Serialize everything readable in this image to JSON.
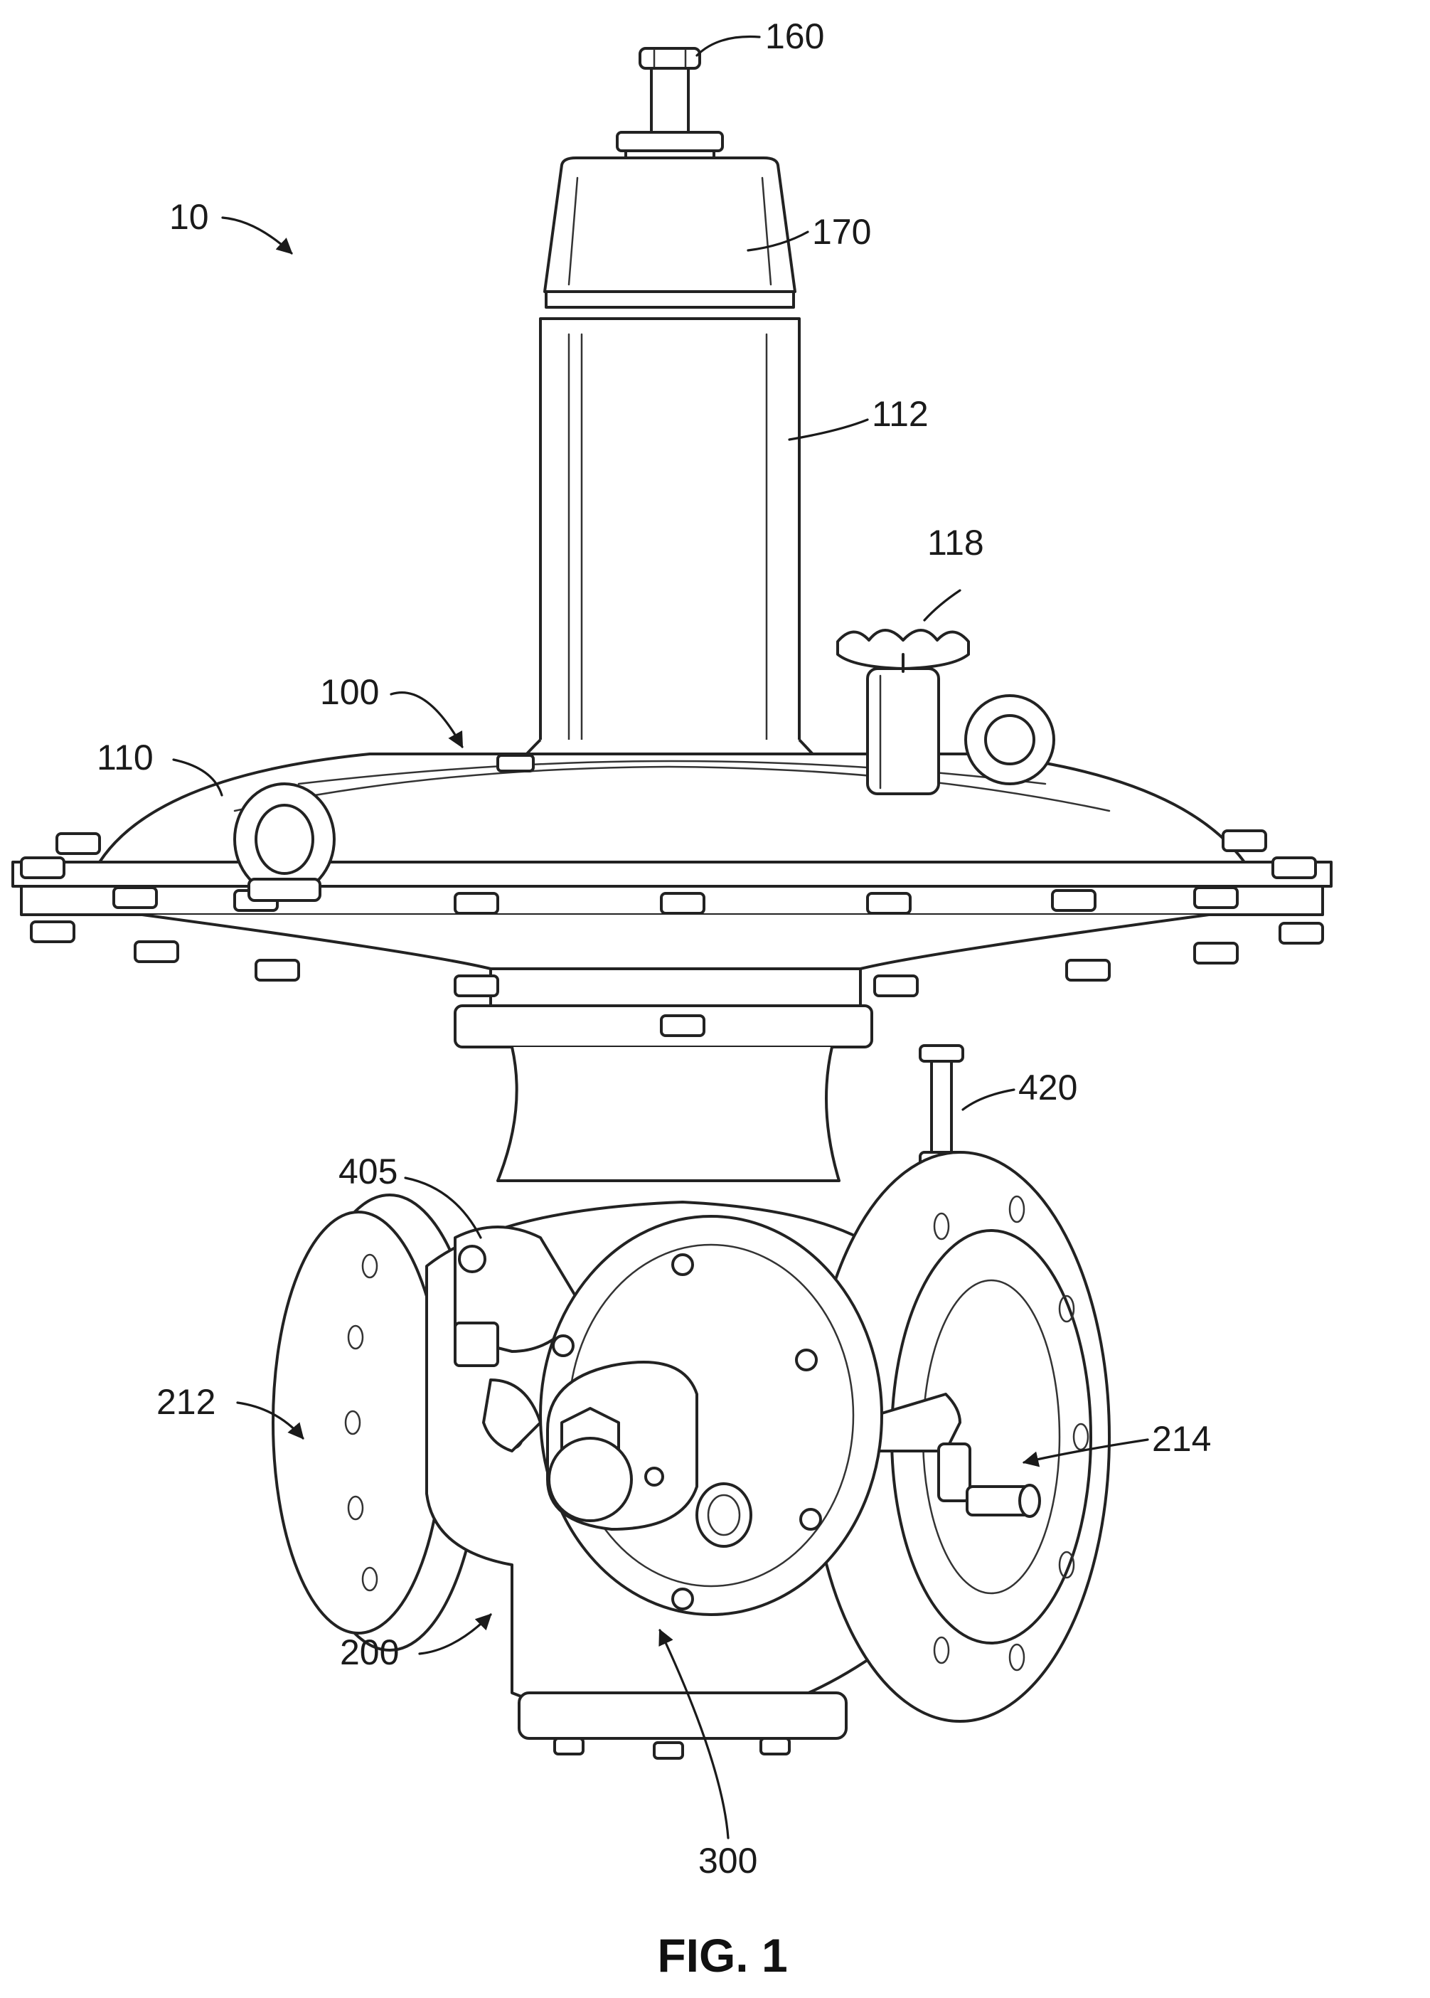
{
  "figure": {
    "caption": "FIG. 1",
    "labels": {
      "assembly": "10",
      "adjust_screw": "160",
      "spring_cap": "170",
      "spring_case": "112",
      "handwheel": "118",
      "actuator": "100",
      "diaphragm_casing": "110",
      "sense_line": "420",
      "sense_port": "405",
      "inlet_flange": "212",
      "outlet_flange": "214",
      "valve_body": "200",
      "pilot": "300"
    }
  }
}
